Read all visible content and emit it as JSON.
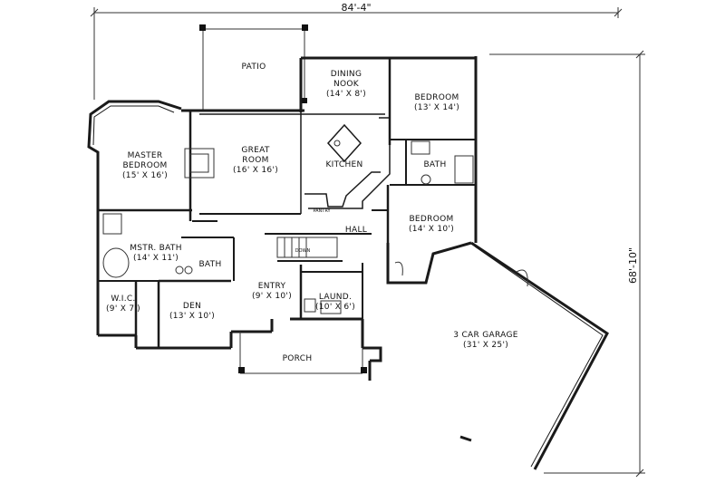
{
  "dimensions": {
    "width": "84'-4\"",
    "depth": "68'-10\""
  },
  "rooms": {
    "patio": {
      "name": "PATIO"
    },
    "dining": {
      "name_line1": "DINING",
      "name_line2": "NOOK",
      "size": "(14' X 8')"
    },
    "bedroom_1": {
      "name": "BEDROOM",
      "size": "(13' X 14')"
    },
    "master": {
      "name_line1": "MASTER",
      "name_line2": "BEDROOM",
      "size": "(15' X 16')"
    },
    "great": {
      "name_line1": "GREAT",
      "name_line2": "ROOM",
      "size": "(16' X 16')"
    },
    "kitchen": {
      "name": "KITCHEN"
    },
    "bath_1": {
      "name": "BATH"
    },
    "pantry": {
      "name": "PANTRY"
    },
    "hall": {
      "name": "HALL"
    },
    "bedroom_2": {
      "name": "BEDROOM",
      "size": "(14' X 10')"
    },
    "mstr_bath": {
      "name": "MSTR. BATH",
      "size": "(14' X 11')"
    },
    "bath_2": {
      "name": "BATH"
    },
    "stair": {
      "name": "DOWN"
    },
    "wic": {
      "name": "W.I.C.",
      "size": "(9' X 7')"
    },
    "den": {
      "name": "DEN",
      "size": "(13' X 10')"
    },
    "entry": {
      "name": "ENTRY",
      "size": "(9' X 10')"
    },
    "laundry": {
      "name": "LAUND.",
      "size": "(10' X 6')"
    },
    "garage": {
      "name": "3 CAR GARAGE",
      "size": "(31' X 25')"
    },
    "porch": {
      "name": "PORCH"
    }
  }
}
